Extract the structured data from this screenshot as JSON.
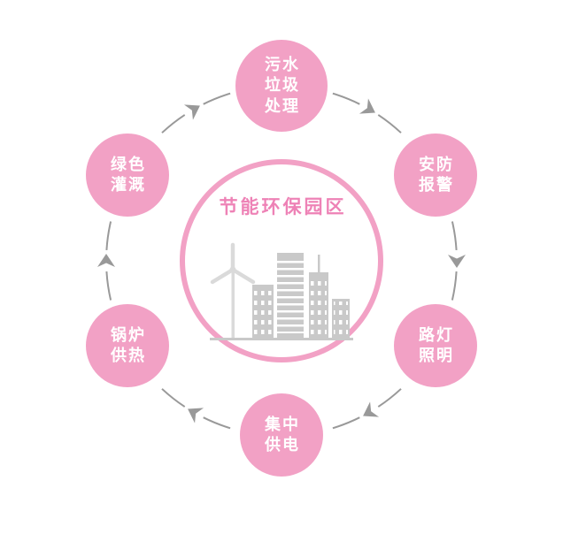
{
  "diagram": {
    "title": "节能环保园区",
    "center_icon": "city-skyline-with-wind-turbine",
    "flow": {
      "direction": "clockwise",
      "arrow_count": 6
    },
    "nodes": [
      {
        "id": "sewage-waste-treatment",
        "label": "污水\n垃圾\n处理",
        "position": "top"
      },
      {
        "id": "security-alarm",
        "label": "安防\n报警",
        "position": "top-right"
      },
      {
        "id": "street-lighting",
        "label": "路灯\n照明",
        "position": "bottom-right"
      },
      {
        "id": "central-power-supply",
        "label": "集中\n供电",
        "position": "bottom"
      },
      {
        "id": "boiler-heating",
        "label": "锅炉\n供热",
        "position": "bottom-left"
      },
      {
        "id": "green-irrigation",
        "label": "绿色\n灌溉",
        "position": "top-left"
      }
    ],
    "colors": {
      "node_fill": "#F2A1C5",
      "node_text": "#FFFFFF",
      "center_border": "#F2A1C5",
      "title_text": "#EE82B6",
      "ring_arrow": "#999999",
      "skyline": "#C9C9C9",
      "skyline_light": "#DADADA"
    }
  }
}
